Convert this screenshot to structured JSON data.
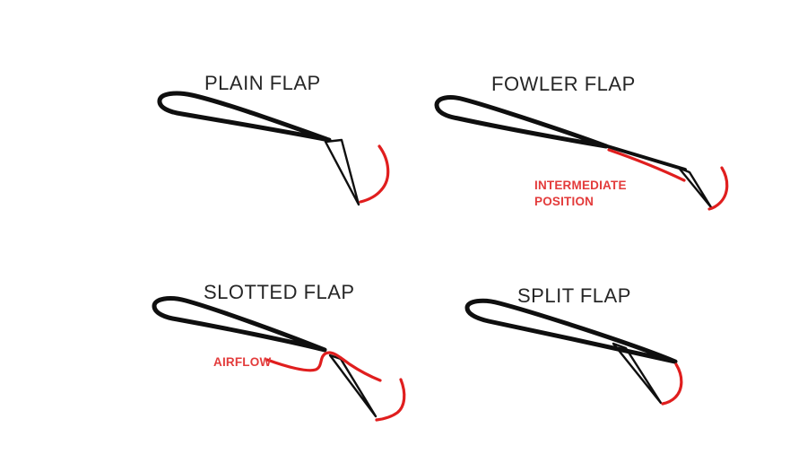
{
  "colors": {
    "background": "#ffffff",
    "ink": "#0f0f0f",
    "line_red": "#e01e1e",
    "annotation_red": "#e33b3b",
    "title_text": "#262626"
  },
  "panels": [
    {
      "id": "plain-flap",
      "title": "PLAIN FLAP"
    },
    {
      "id": "fowler-flap",
      "title": "FOWLER FLAP",
      "annotation_line1": "INTERMEDIATE",
      "annotation_line2": "POSITION"
    },
    {
      "id": "slotted-flap",
      "title": "SLOTTED FLAP",
      "annotation": "AIRFLOW"
    },
    {
      "id": "split-flap",
      "title": "SPLIT FLAP"
    }
  ],
  "icons": {
    "airfoil_outline": "hand-drawn airfoil cross-section",
    "deflection_arrow": "red curved arc showing flap travel"
  }
}
